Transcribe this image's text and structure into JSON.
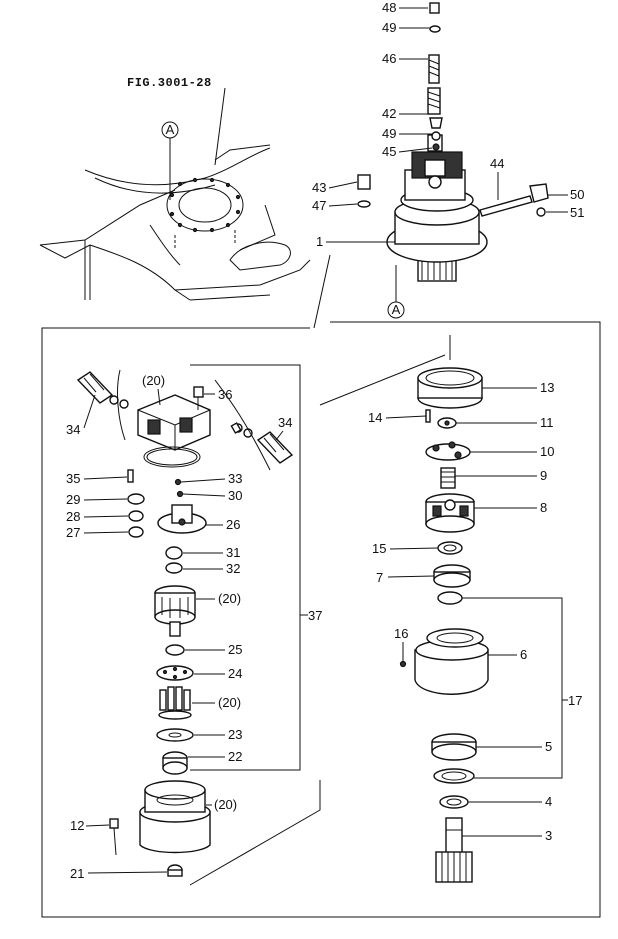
{
  "diagram": {
    "reference": "FIG.3001-28",
    "callout_marker": "A",
    "labels": {
      "p1": "1",
      "p3": "3",
      "p4": "4",
      "p5": "5",
      "p6": "6",
      "p7": "7",
      "p8": "8",
      "p9": "9",
      "p10": "10",
      "p11": "11",
      "p12": "12",
      "p13": "13",
      "p14": "14",
      "p15": "15",
      "p16": "16",
      "p17": "17",
      "p21": "21",
      "p22": "22",
      "p23": "23",
      "p24": "24",
      "p25": "25",
      "p26": "26",
      "p27": "27",
      "p28": "28",
      "p29": "29",
      "p30": "30",
      "p31": "31",
      "p32": "32",
      "p33": "33",
      "p34a": "34",
      "p34b": "34",
      "p35": "35",
      "p36": "36",
      "p37": "37",
      "p42": "42",
      "p43": "43",
      "p44": "44",
      "p45": "45",
      "p46": "46",
      "p47": "47",
      "p48": "48",
      "p49a": "49",
      "p49b": "49",
      "p50": "50",
      "p51": "51",
      "p20a": "(20)",
      "p20b": "(20)",
      "p20c": "(20)",
      "p20d": "(20)"
    }
  }
}
